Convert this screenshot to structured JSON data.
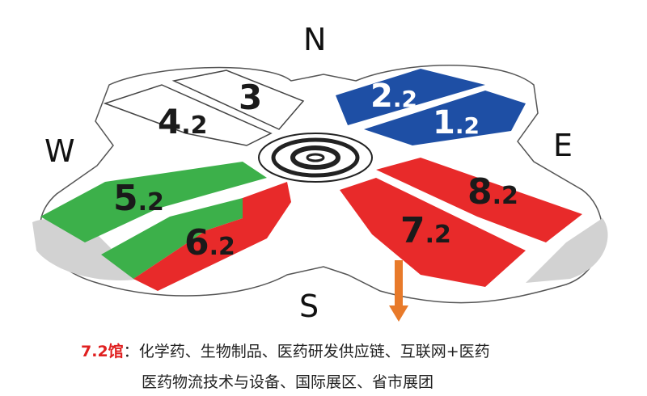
{
  "compass": {
    "north": "N",
    "south": "S",
    "east": "E",
    "west": "W"
  },
  "halls": [
    {
      "id": "3",
      "num": "3",
      "sub": "",
      "color": "#ffffff"
    },
    {
      "id": "4.2",
      "num": "4",
      "sub": ".2",
      "color": "#ffffff"
    },
    {
      "id": "2.2",
      "num": "2",
      "sub": ".2",
      "color": "#1e4fa5"
    },
    {
      "id": "1.2",
      "num": "1",
      "sub": ".2",
      "color": "#1e4fa5"
    },
    {
      "id": "5.2",
      "num": "5",
      "sub": ".2",
      "color": "#3cb04a"
    },
    {
      "id": "6.2",
      "num": "6",
      "sub": ".2",
      "color": "#e82a2a"
    },
    {
      "id": "8.2",
      "num": "8",
      "sub": ".2",
      "color": "#e82a2a"
    },
    {
      "id": "7.2",
      "num": "7",
      "sub": ".2",
      "color": "#e82a2a"
    }
  ],
  "arrow_color": "#e87a2a",
  "caption": {
    "hall_name": "7.2馆",
    "separator": "：",
    "line1_text": "化学药、生物制品、医药研发供应链、互联网+医药",
    "line2_text": "医药物流技术与设备、国际展区、省市展团"
  }
}
